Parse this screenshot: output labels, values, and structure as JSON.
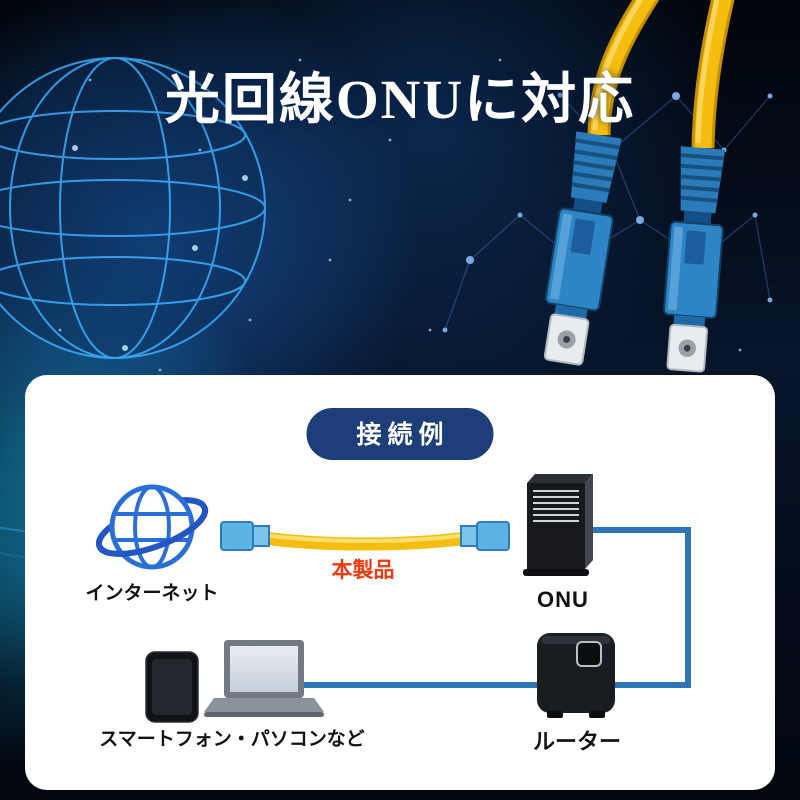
{
  "banner": {
    "title": "光回線ONUに対応"
  },
  "card": {
    "badge_label": "接続例",
    "labels": {
      "internet": "インターネット",
      "product": "本製品",
      "onu": "ONU",
      "devices": "スマートフォン・パソコンなど",
      "router": "ルーター"
    }
  },
  "icons": [
    "globe-internet-icon",
    "product-fiber-cable-icon",
    "onu-device-icon",
    "smartphone-icon",
    "laptop-icon",
    "router-device-icon",
    "sc-connector-icon"
  ],
  "colors": {
    "banner_background": "#040a18",
    "globe_wireframe": "#3ab0ff",
    "connector_blue": "#2e85c6",
    "cable_yellow": "#f5bd10",
    "card_background": "#ffffff",
    "badge_background": "#1d3e79",
    "badge_text": "#ffffff",
    "product_label_red": "#ef3a10",
    "connection_line_blue": "#2e74b8",
    "label_text": "#101214"
  }
}
